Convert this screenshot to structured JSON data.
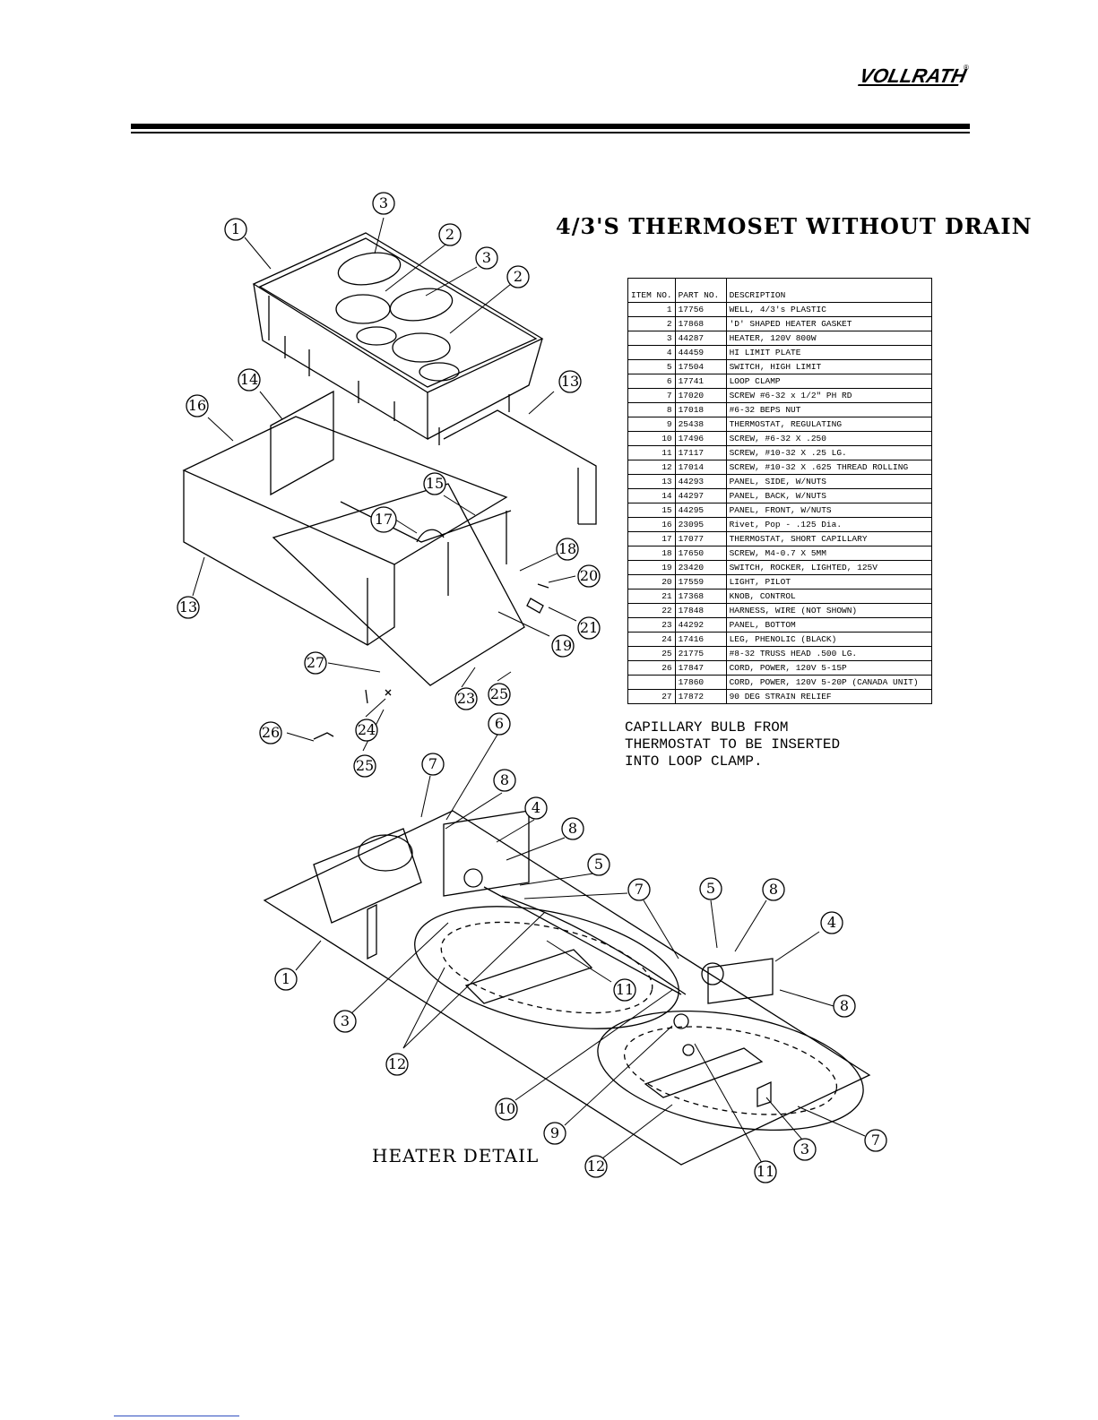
{
  "header": {
    "brand": "VOLLRATH",
    "brand_mark": "®"
  },
  "title": "4/3'S THERMOSET WITHOUT DRAIN",
  "parts_table": {
    "columns": [
      "ITEM NO.",
      "PART NO.",
      "DESCRIPTION"
    ],
    "rows": [
      {
        "item": "1",
        "part": "17756",
        "desc": "WELL, 4/3's PLASTIC"
      },
      {
        "item": "2",
        "part": "17868",
        "desc": "'D' SHAPED HEATER GASKET"
      },
      {
        "item": "3",
        "part": "44287",
        "desc": "HEATER, 120V 800W"
      },
      {
        "item": "4",
        "part": "44459",
        "desc": "HI LIMIT PLATE"
      },
      {
        "item": "5",
        "part": "17504",
        "desc": "SWITCH, HIGH LIMIT"
      },
      {
        "item": "6",
        "part": "17741",
        "desc": "LOOP CLAMP"
      },
      {
        "item": "7",
        "part": "17020",
        "desc": "SCREW #6-32 x 1/2\" PH RD"
      },
      {
        "item": "8",
        "part": "17018",
        "desc": "#6-32 BEPS NUT"
      },
      {
        "item": "9",
        "part": "25438",
        "desc": "THERMOSTAT, REGULATING"
      },
      {
        "item": "10",
        "part": "17496",
        "desc": "SCREW, #6-32 X .250"
      },
      {
        "item": "11",
        "part": "17117",
        "desc": "SCREW, #10-32 X .25 LG."
      },
      {
        "item": "12",
        "part": "17014",
        "desc": "SCREW, #10-32 X .625 THREAD ROLLING"
      },
      {
        "item": "13",
        "part": "44293",
        "desc": "PANEL, SIDE, W/NUTS"
      },
      {
        "item": "14",
        "part": "44297",
        "desc": "PANEL, BACK, W/NUTS"
      },
      {
        "item": "15",
        "part": "44295",
        "desc": "PANEL, FRONT, W/NUTS"
      },
      {
        "item": "16",
        "part": "23095",
        "desc": "Rivet, Pop - .125 Dia."
      },
      {
        "item": "17",
        "part": "17077",
        "desc": "THERMOSTAT, SHORT CAPILLARY"
      },
      {
        "item": "18",
        "part": "17650",
        "desc": "SCREW, M4-0.7 X 5MM"
      },
      {
        "item": "19",
        "part": "23420",
        "desc": "SWITCH, ROCKER, LIGHTED, 125V"
      },
      {
        "item": "20",
        "part": "17559",
        "desc": "LIGHT, PILOT"
      },
      {
        "item": "21",
        "part": "17368",
        "desc": "KNOB, CONTROL"
      },
      {
        "item": "22",
        "part": "17848",
        "desc": "HARNESS, WIRE (NOT SHOWN)"
      },
      {
        "item": "23",
        "part": "44292",
        "desc": "PANEL, BOTTOM"
      },
      {
        "item": "24",
        "part": "17416",
        "desc": "LEG, PHENOLIC (BLACK)"
      },
      {
        "item": "25",
        "part": "21775",
        "desc": "#8-32 TRUSS HEAD .500 LG."
      },
      {
        "item": "26",
        "part": "17847",
        "desc": "CORD, POWER, 120V 5-15P"
      },
      {
        "item": "",
        "part": "17860",
        "desc": "CORD, POWER, 120V 5-20P (CANADA UNIT)"
      },
      {
        "item": "27",
        "part": "17872",
        "desc": "90 DEG STRAIN RELIEF"
      }
    ]
  },
  "note": "CAPILLARY BULB FROM\nTHERMOSTAT TO BE INSERTED\nINTO LOOP CLAMP.",
  "detail_label": "HEATER DETAIL",
  "callouts": {
    "upper": [
      "1",
      "3",
      "2",
      "3",
      "2",
      "14",
      "16",
      "13",
      "15",
      "17",
      "18",
      "20",
      "13",
      "21",
      "19",
      "27",
      "23",
      "25",
      "26",
      "24",
      "25"
    ],
    "lower": [
      "6",
      "7",
      "8",
      "4",
      "8",
      "5",
      "7",
      "5",
      "8",
      "4",
      "1",
      "11",
      "8",
      "3",
      "12",
      "10",
      "9",
      "12",
      "11",
      "3",
      "7"
    ]
  }
}
